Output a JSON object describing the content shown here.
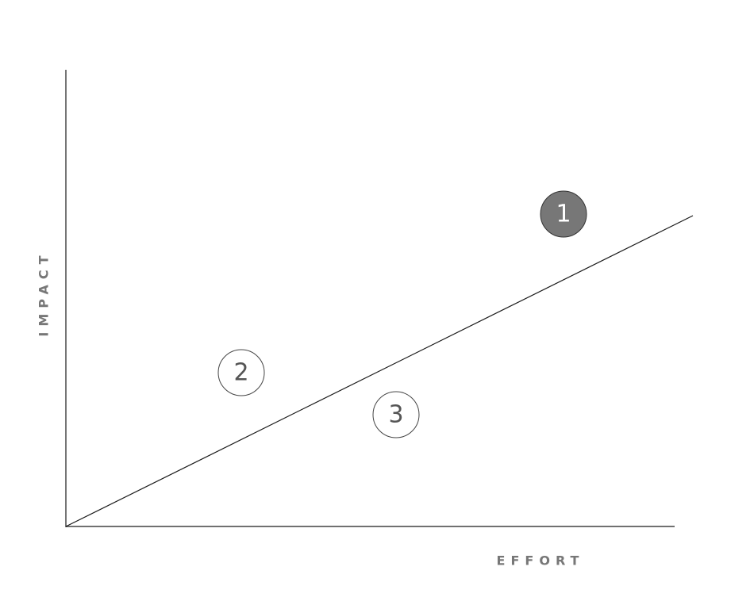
{
  "axes": {
    "x_label": "EFFORT",
    "y_label": "IMPACT"
  },
  "markers": [
    {
      "label": "1",
      "filled": true
    },
    {
      "label": "2",
      "filled": false
    },
    {
      "label": "3",
      "filled": false
    }
  ],
  "colors": {
    "axis": "#1a1a1a",
    "label_text": "#777777",
    "filled_marker": "#777777",
    "outline_marker_text": "#555555"
  }
}
